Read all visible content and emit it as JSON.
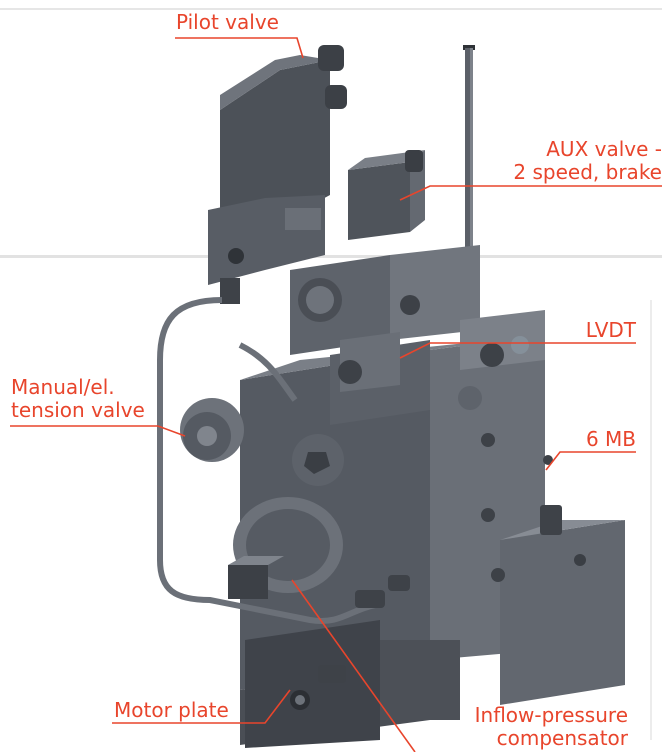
{
  "labels": {
    "pilot_valve": "Pilot valve",
    "aux_valve_line1": "AUX valve -",
    "aux_valve_line2": "2 speed, brake",
    "lvdt": "LVDT",
    "manual_tension_line1": "Manual/el.",
    "manual_tension_line2": "tension valve",
    "six_mb": "6 MB",
    "motor_plate": "Motor plate",
    "inflow_line1": "Inflow-pressure",
    "inflow_line2": "compensator"
  },
  "colors": {
    "accent": "#e8452c",
    "metal_dark": "#4b4f56",
    "metal_mid": "#61666e",
    "metal_light": "#7b8089",
    "background": "#ffffff"
  }
}
